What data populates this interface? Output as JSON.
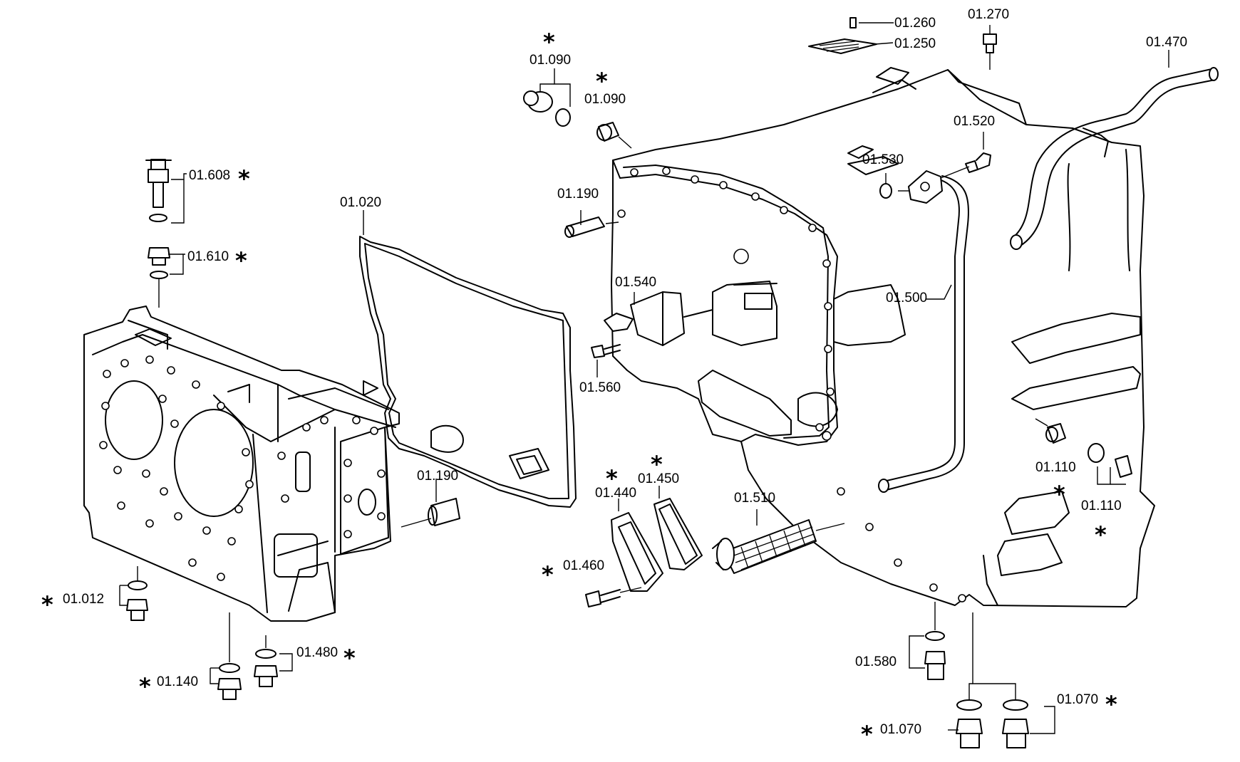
{
  "callouts": {
    "c01260": "01.260",
    "c01250": "01.250",
    "c01270": "01.270",
    "c01470": "01.470",
    "c01090a": "01.090",
    "c01090b": "01.090",
    "c01520": "01.520",
    "c01530": "01.530",
    "c01608": "01.608",
    "c01610": "01.610",
    "c01020": "01.020",
    "c01190a": "01.190",
    "c01190b": "01.190",
    "c01540": "01.540",
    "c01500": "01.500",
    "c01560": "01.560",
    "c01110a": "01.110",
    "c01110b": "01.110",
    "c01440": "01.440",
    "c01450": "01.450",
    "c01510": "01.510",
    "c01460": "01.460",
    "c01012": "01.012",
    "c01480": "01.480",
    "c01140": "01.140",
    "c01580": "01.580",
    "c01070a": "01.070",
    "c01070b": "01.070"
  },
  "marker_symbol": "*"
}
